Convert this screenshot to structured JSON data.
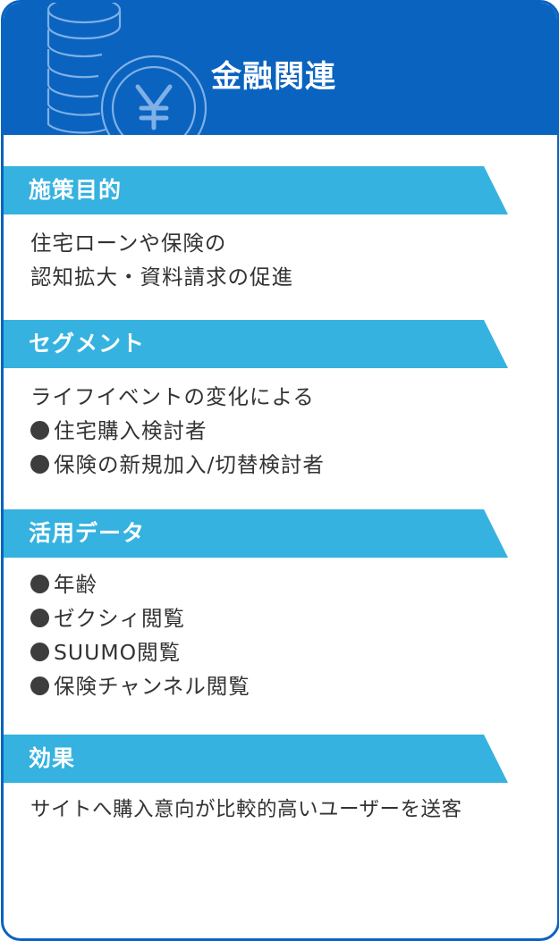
{
  "header": {
    "title": "金融関連",
    "icon": "yen-coin-stack-icon"
  },
  "sections": [
    {
      "heading": "施策目的",
      "lines": [
        "住宅ローンや保険の",
        "認知拡大・資料請求の促進"
      ]
    },
    {
      "heading": "セグメント",
      "lines": [
        "ライフイベントの変化による",
        "住宅購入検討者",
        "保険の新規加入/切替検討者"
      ]
    },
    {
      "heading": "活用データ",
      "lines": [
        "年齢",
        "ゼクシィ閲覧",
        "SUUMO閲覧",
        "保険チャンネル閲覧"
      ]
    },
    {
      "heading": "効果",
      "lines": [
        "サイトへ購入意向が比較的高いユーザーを送客"
      ]
    }
  ],
  "colors": {
    "header_bg": "#0a63bf",
    "section_bar": "#35b2e0",
    "body_text": "#333333"
  }
}
